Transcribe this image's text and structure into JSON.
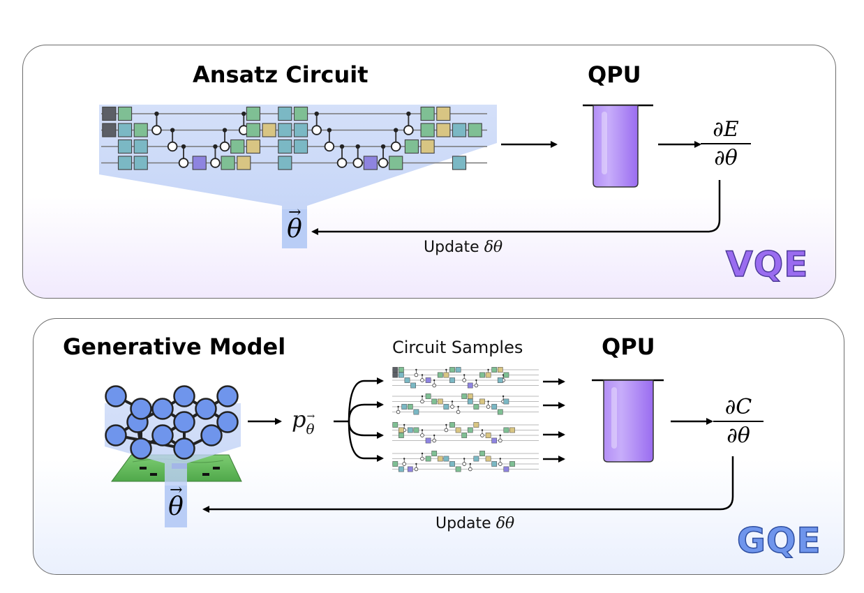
{
  "vqe": {
    "title_ansatz": "Ansatz Circuit",
    "title_qpu": "QPU",
    "gradient_num": "∂E",
    "gradient_den": "∂θ",
    "theta": "θ",
    "update_label": "Update",
    "update_symbol": "δθ",
    "brand": "VQE",
    "brand_color": "#9a6cf0"
  },
  "gqe": {
    "title_model": "Generative Model",
    "circuit_samples": "Circuit Samples",
    "title_qpu": "QPU",
    "p_symbol": "p",
    "p_subscript": "θ",
    "gradient_num": "∂C",
    "gradient_den": "∂θ",
    "theta": "θ",
    "update_label": "Update",
    "update_symbol": "δθ",
    "brand": "GQE",
    "brand_color": "#6f95ec"
  },
  "colors": {
    "gate_green": "#7fbf94",
    "gate_teal": "#7bb8c4",
    "gate_yellow": "#d8c583",
    "gate_purple": "#8e84e0",
    "gate_gray": "#5c5f66",
    "qpu_purple": "#a57ff2",
    "node_blue": "#6f95ec",
    "chip_green": "#6bbf63"
  }
}
